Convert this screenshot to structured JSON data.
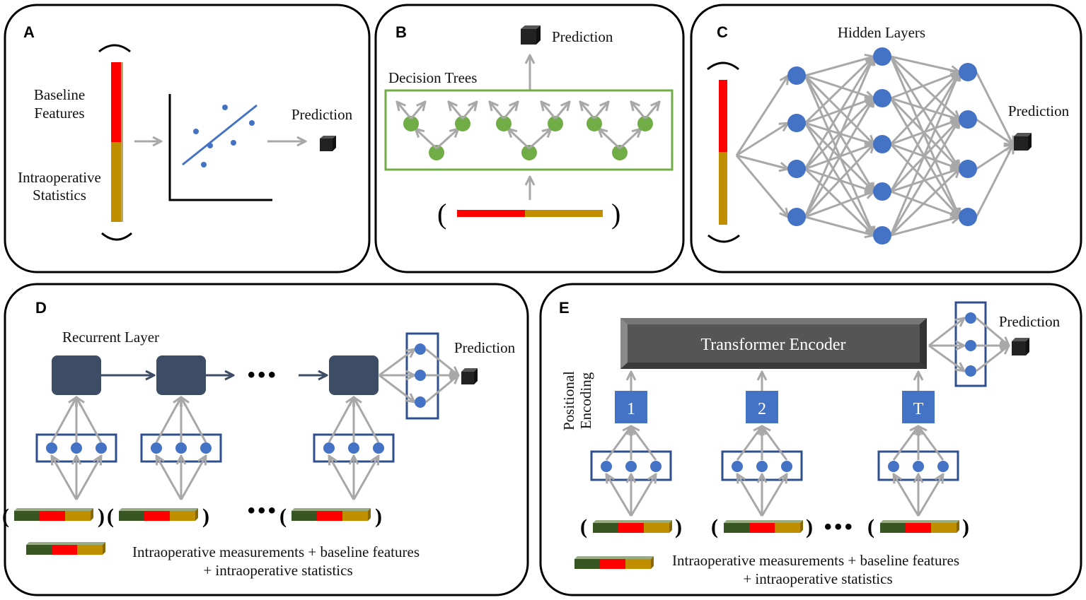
{
  "figure": {
    "colors": {
      "baseline": "#ff0000",
      "intraop_stats": "#bf8f00",
      "intraop_meas": "#375623",
      "node_blue": "#4472c4",
      "node_green": "#70ad47",
      "arrow_gray": "#a8a8a8",
      "rnn_cell": "#3d4d66",
      "box_blue": "#2f4f8f",
      "transformer": "#555555"
    },
    "panels": {
      "A": {
        "letter": "A",
        "baseline_label_1": "Baseline",
        "baseline_label_2": "Features",
        "stats_label_1": "Intraoperative",
        "stats_label_2": "Statistics",
        "prediction": "Prediction"
      },
      "B": {
        "letter": "B",
        "prediction": "Prediction",
        "trees_label": "Decision Trees",
        "num_trees": 3
      },
      "C": {
        "letter": "C",
        "hidden_label": "Hidden Layers",
        "prediction": "Prediction",
        "layer_sizes": [
          4,
          5,
          4
        ]
      },
      "D": {
        "letter": "D",
        "recurrent_label": "Recurrent Layer",
        "prediction": "Prediction",
        "ellipsis": "•••",
        "legend_line1": "Intraoperative measurements + baseline features",
        "legend_line2": "+ intraoperative statistics"
      },
      "E": {
        "letter": "E",
        "encoder_label": "Transformer Encoder",
        "positional_1": "Positional",
        "positional_2": "Encoding",
        "positions": [
          "1",
          "2",
          "T"
        ],
        "prediction": "Prediction",
        "ellipsis": "•••",
        "legend_line1": "Intraoperative measurements + baseline features",
        "legend_line2": "+ intraoperative statistics"
      }
    }
  }
}
